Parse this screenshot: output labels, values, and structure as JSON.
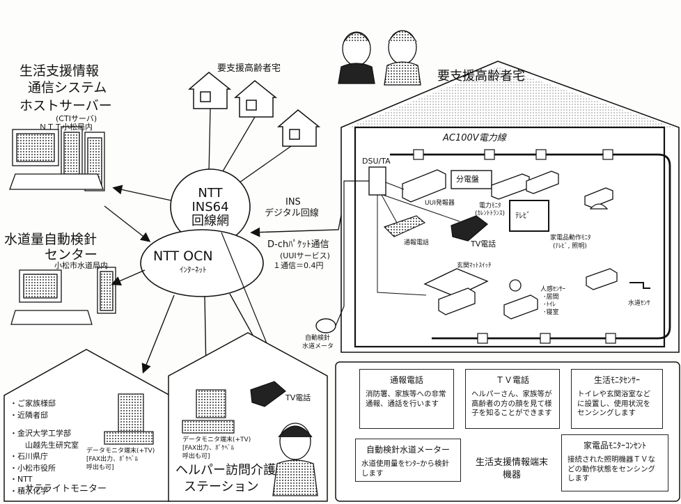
{
  "host": {
    "title_line1": "生活支援情報",
    "title_line2": "通信システム",
    "server": "ホストサーバー",
    "cti": "(CTIサーバ)",
    "location": "ＮＴＴ小松局内"
  },
  "elderly_homes_label": "要支援高齢者宅",
  "ins64": {
    "line1": "NTT",
    "line2": "INS64",
    "line3": "回線網"
  },
  "ins_line": {
    "line1": "INS",
    "line2": "デジタル回線"
  },
  "packet": {
    "line1": "D-chﾊﾟｹｯﾄ通信",
    "line2": "(UUIサービス)",
    "line3": "１通信＝0.4円"
  },
  "ocn": {
    "line1": "NTT OCN",
    "line2": "ｲﾝﾀｰﾈｯﾄ"
  },
  "water_center": {
    "line1": "水道量自動検針",
    "line2": "センター",
    "location": "小松市水道局内"
  },
  "home": {
    "title": "要支援高齢者宅",
    "power_line": "AC100V電力線",
    "dsu": "DSU/TA",
    "board": "分電盤",
    "uui": "UUI発報器",
    "power_monitor": "電力ﾓﾆﾀ",
    "ct": "(ｶﾚﾝﾄﾄﾗﾝｽ)",
    "tv": "ﾃﾚﾋﾞ",
    "appliance_monitor": "家電品動作ﾓﾆﾀ",
    "appliance_monitor_sub": "(ﾃﾚﾋﾞ, 照明)",
    "emergency_phone": "通報電話",
    "tv_phone": "TV電話",
    "doormat": "玄関ﾏｯﾄｽｲｯﾁ",
    "motion": {
      "title": "人感ｾﾝｻｰ",
      "room1": "･居間",
      "room2": "･ﾄｲﾚ",
      "room3": "･寝室"
    },
    "water_sensor": "水道ｾﾝｻ",
    "water_meter1": "自動検針",
    "water_meter2": "水道メータ"
  },
  "satellite": {
    "items": [
      "・ご家族様邸",
      "・近隣者邸",
      "・金沢大学工学部",
      "山越先生研究室",
      "・石川県庁",
      "・小松市役所",
      "・NTT",
      "・積水化学"
    ],
    "terminal": "データモニタ端末(+TV)",
    "terminal_sub1": "[FAX出力、ﾎﾟｹﾍﾞﾙ",
    "terminal_sub2": "呼出も可]",
    "title": "サテライトモニター"
  },
  "helper": {
    "tv_phone": "TV電話",
    "terminal": "データモニタ端末(+TV)",
    "terminal_sub1": "[FAX出力、ﾎﾟｹﾍﾞﾙ",
    "terminal_sub2": "呼出も可]",
    "title1": "ヘルパー訪問介護",
    "title2": "ステーション"
  },
  "legend": [
    {
      "title": "通報電話",
      "desc": "消防署、家族等への非常通報、通話を行います"
    },
    {
      "title": "ＴＶ電話",
      "desc": "ヘルパーさん、家族等が高齢者の方の顔を見て様子を知ることができます"
    },
    {
      "title": "生活ﾓﾆﾀｾﾝｻｰ",
      "desc": "トイレや玄関浴室などに設置し、使用状況をセンシングします"
    },
    {
      "title": "自動検針水道メーター",
      "desc": "水道使用量をｾﾝﾀｰから検針します"
    },
    {
      "title": "家電品ﾓﾆﾀｰｺﾝｾﾝﾄ",
      "desc": "接続された照明機器ＴＶなどの動作状態をセンシングします"
    }
  ],
  "legend_caption": "生活支援情報端末機器"
}
